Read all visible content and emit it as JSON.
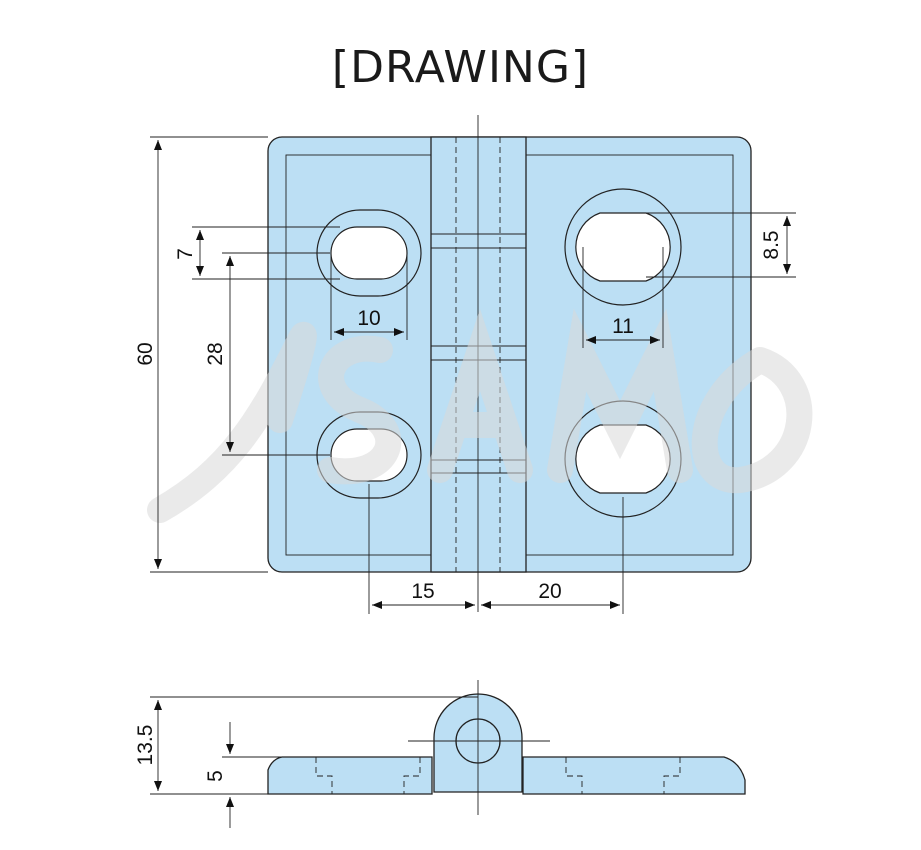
{
  "title": "[DRAWING]",
  "dimensions": {
    "overall_height": "60",
    "hole_spacing_vertical": "28",
    "left_slot_height": "7",
    "left_slot_width": "10",
    "right_slot_height": "8.5",
    "right_slot_width": "11",
    "left_offset": "15",
    "right_offset": "20",
    "side_total_height": "13.5",
    "side_plate_thickness": "5"
  },
  "colors": {
    "part_fill": "#bcdff4",
    "outline": "#222222"
  }
}
